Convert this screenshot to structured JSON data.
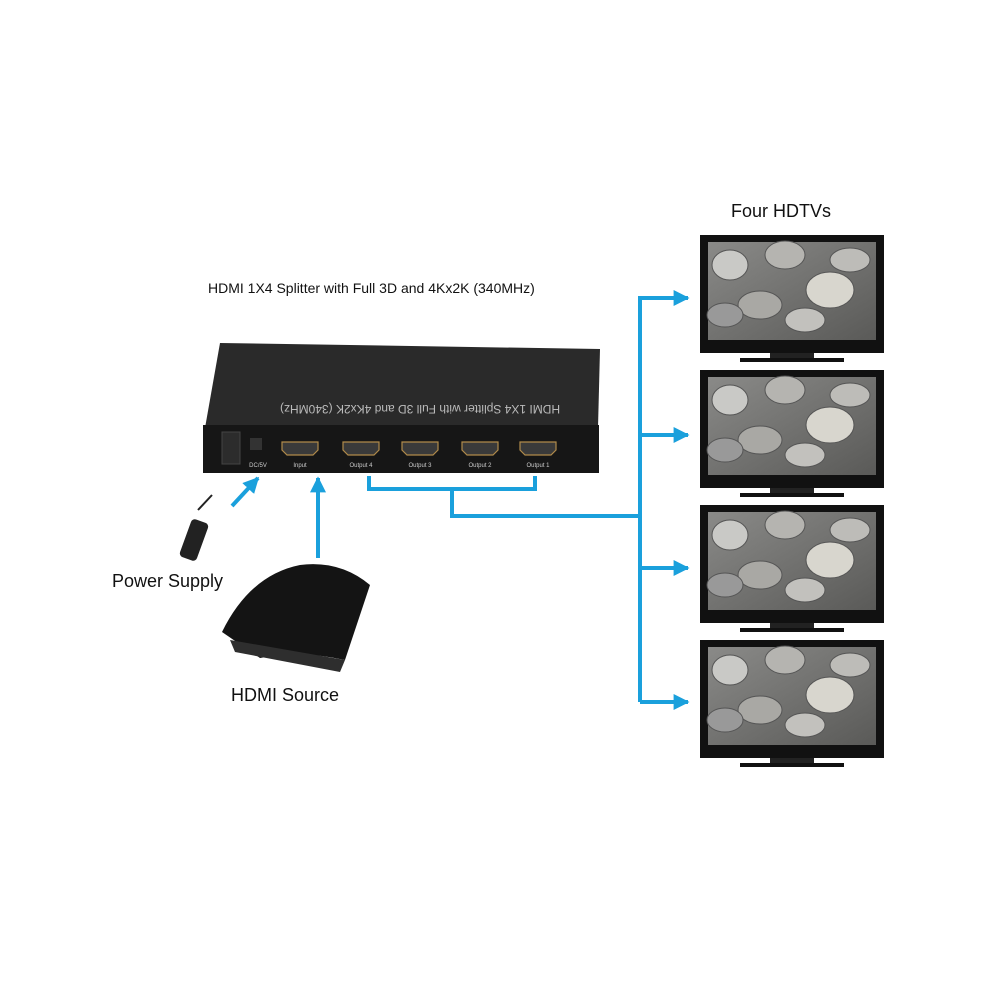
{
  "title": "HDMI 1X4 Splitter with Full 3D and 4Kx2K (340MHz)",
  "device": {
    "print": "HDMI 1X4 Splitter with Full 3D and 4Kx2K (340MHz)",
    "ports": [
      "DC/5V",
      "Input",
      "Output 4",
      "Output 3",
      "Output 2",
      "Output 1"
    ]
  },
  "labels": {
    "tvs": "Four HDTVs",
    "power": "Power Supply",
    "source": "HDMI Source"
  },
  "colors": {
    "line": "#1aa0dc",
    "device": "#1c1c1c"
  }
}
